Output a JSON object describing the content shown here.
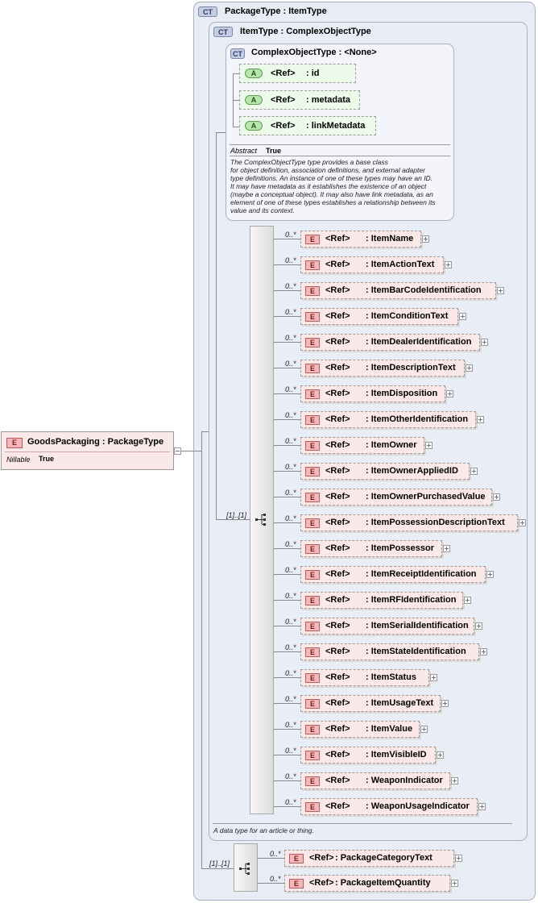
{
  "package_type": {
    "badge": "CT",
    "title": "PackageType : ItemType"
  },
  "item_type": {
    "badge": "CT",
    "title": "ItemType : ComplexObjectType",
    "description": "A data type for an article or thing.",
    "sequence_multiplicity": "[1]..[1]"
  },
  "complex_object_type": {
    "badge": "CT",
    "title": "ComplexObjectType : <None>",
    "attributes": [
      {
        "badge": "A",
        "ref": "<Ref>",
        "name": ": id"
      },
      {
        "badge": "A",
        "ref": "<Ref>",
        "name": ": metadata"
      },
      {
        "badge": "A",
        "ref": "<Ref>",
        "name": ": linkMetadata"
      }
    ],
    "abstract_label": "Abstract",
    "abstract_value": "True",
    "description_lines": [
      "The ComplexObjectType type provides a base class",
      "for object definition, association definitions, and external adapter",
      "type definitions. An instance of one of these types may have an ID.",
      "It may have metadata as it establishes the existence of an object",
      "(maybe a conceptual object). It may also have link metadata, as an",
      "element of one of these types establishes a relationship between its",
      "value and its context."
    ]
  },
  "item_elements": [
    {
      "mult": "0..*",
      "badge": "E",
      "ref": "<Ref>",
      "name": ": ItemName"
    },
    {
      "mult": "0..*",
      "badge": "E",
      "ref": "<Ref>",
      "name": ": ItemActionText"
    },
    {
      "mult": "0..*",
      "badge": "E",
      "ref": "<Ref>",
      "name": ": ItemBarCodeIdentification"
    },
    {
      "mult": "0..*",
      "badge": "E",
      "ref": "<Ref>",
      "name": ": ItemConditionText"
    },
    {
      "mult": "0..*",
      "badge": "E",
      "ref": "<Ref>",
      "name": ": ItemDealerIdentification"
    },
    {
      "mult": "0..*",
      "badge": "E",
      "ref": "<Ref>",
      "name": ": ItemDescriptionText"
    },
    {
      "mult": "0..*",
      "badge": "E",
      "ref": "<Ref>",
      "name": ": ItemDisposition"
    },
    {
      "mult": "0..*",
      "badge": "E",
      "ref": "<Ref>",
      "name": ": ItemOtherIdentification"
    },
    {
      "mult": "0..*",
      "badge": "E",
      "ref": "<Ref>",
      "name": ": ItemOwner"
    },
    {
      "mult": "0..*",
      "badge": "E",
      "ref": "<Ref>",
      "name": ": ItemOwnerAppliedID"
    },
    {
      "mult": "0..*",
      "badge": "E",
      "ref": "<Ref>",
      "name": ": ItemOwnerPurchasedValue"
    },
    {
      "mult": "0..*",
      "badge": "E",
      "ref": "<Ref>",
      "name": ": ItemPossessionDescriptionText"
    },
    {
      "mult": "0..*",
      "badge": "E",
      "ref": "<Ref>",
      "name": ": ItemPossessor"
    },
    {
      "mult": "0..*",
      "badge": "E",
      "ref": "<Ref>",
      "name": ": ItemReceiptIdentification"
    },
    {
      "mult": "0..*",
      "badge": "E",
      "ref": "<Ref>",
      "name": ": ItemRFIdentification"
    },
    {
      "mult": "0..*",
      "badge": "E",
      "ref": "<Ref>",
      "name": ": ItemSerialIdentification"
    },
    {
      "mult": "0..*",
      "badge": "E",
      "ref": "<Ref>",
      "name": ": ItemStateIdentification"
    },
    {
      "mult": "0..*",
      "badge": "E",
      "ref": "<Ref>",
      "name": ": ItemStatus"
    },
    {
      "mult": "0..*",
      "badge": "E",
      "ref": "<Ref>",
      "name": ": ItemUsageText"
    },
    {
      "mult": "0..*",
      "badge": "E",
      "ref": "<Ref>",
      "name": ": ItemValue"
    },
    {
      "mult": "0..*",
      "badge": "E",
      "ref": "<Ref>",
      "name": ": ItemVisibleID"
    },
    {
      "mult": "0..*",
      "badge": "E",
      "ref": "<Ref>",
      "name": ": WeaponIndicator"
    },
    {
      "mult": "0..*",
      "badge": "E",
      "ref": "<Ref>",
      "name": ": WeaponUsageIndicator"
    }
  ],
  "package_sequence_multiplicity": "[1]..[1]",
  "package_elements": [
    {
      "mult": "0..*",
      "badge": "E",
      "ref": "<Ref>",
      "name": ": PackageCategoryText"
    },
    {
      "mult": "0..*",
      "badge": "E",
      "ref": "<Ref>",
      "name": ": PackageItemQuantity"
    }
  ],
  "root_element": {
    "badge": "E",
    "title": "GoodsPackaging : PackageType",
    "nillable_label": "Nillable",
    "nillable_value": "True"
  }
}
